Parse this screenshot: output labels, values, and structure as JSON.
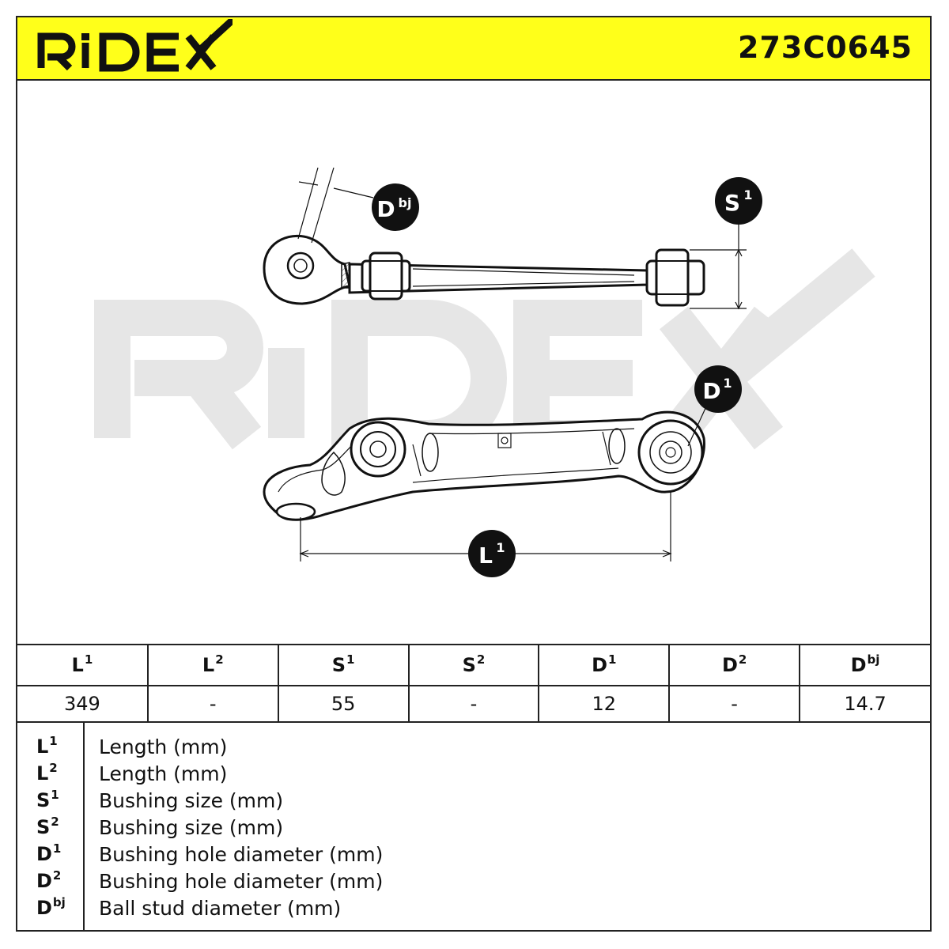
{
  "header": {
    "brand": "RIDEX",
    "part_number": "273C0645",
    "background_color": "#ffff1a"
  },
  "diagram": {
    "watermark": "RIDEX",
    "callouts": [
      {
        "letter": "D",
        "sup": "bj"
      },
      {
        "letter": "S",
        "sup": "1"
      },
      {
        "letter": "D",
        "sup": "1"
      },
      {
        "letter": "L",
        "sup": "1"
      }
    ]
  },
  "specs": {
    "columns": [
      {
        "letter": "L",
        "sup": "1",
        "value": "349"
      },
      {
        "letter": "L",
        "sup": "2",
        "value": "-"
      },
      {
        "letter": "S",
        "sup": "1",
        "value": "55"
      },
      {
        "letter": "S",
        "sup": "2",
        "value": "-"
      },
      {
        "letter": "D",
        "sup": "1",
        "value": "12"
      },
      {
        "letter": "D",
        "sup": "2",
        "value": "-"
      },
      {
        "letter": "D",
        "sup": "bj",
        "value": "14.7"
      }
    ]
  },
  "legend": [
    {
      "letter": "L",
      "sup": "1",
      "desc": "Length (mm)"
    },
    {
      "letter": "L",
      "sup": "2",
      "desc": "Length (mm)"
    },
    {
      "letter": "S",
      "sup": "1",
      "desc": "Bushing size (mm)"
    },
    {
      "letter": "S",
      "sup": "2",
      "desc": "Bushing size (mm)"
    },
    {
      "letter": "D",
      "sup": "1",
      "desc": "Bushing hole diameter (mm)"
    },
    {
      "letter": "D",
      "sup": "2",
      "desc": "Bushing hole diameter (mm)"
    },
    {
      "letter": "D",
      "sup": "bj",
      "desc": "Ball stud diameter (mm)"
    }
  ]
}
